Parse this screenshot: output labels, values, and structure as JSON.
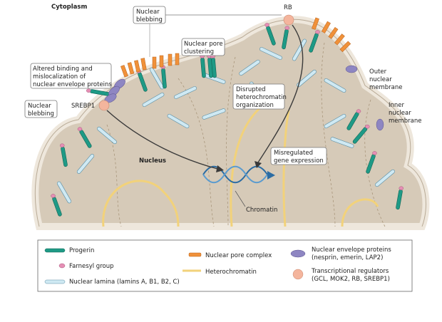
{
  "labels": {
    "cytoplasm": "Cytoplasm",
    "nucleus": "Nucleus",
    "chromatin": "Chromatin",
    "rb": "RB",
    "srebp1": "SREBP1",
    "blebbing_top": [
      "Nuclear",
      "blebbing"
    ],
    "blebbing_left": [
      "Nuclear",
      "blebbing"
    ],
    "pore_clustering": [
      "Nuclear pore",
      "clustering"
    ],
    "altered_binding": [
      "Altered binding and",
      "mislocalization of",
      "nuclear envelope proteins"
    ],
    "disrupted": [
      "Disrupted",
      "heterochromatin",
      "organization"
    ],
    "misregulated": [
      "Misregulated",
      "gene expression"
    ],
    "outer_membrane": [
      "Outer",
      "nuclear",
      "membrane"
    ],
    "inner_membrane": [
      "Inner",
      "nuclear",
      "membrane"
    ]
  },
  "legend": [
    {
      "label": "Progerin",
      "color": "#1e9a86"
    },
    {
      "label": "Farnesyl group",
      "color": "#e58fb5"
    },
    {
      "label": "Nuclear lamina (lamins A, B1, B2, C)",
      "color": "#cfe9f3"
    },
    {
      "label": "Nuclear pore complex",
      "color": "#f0913a"
    },
    {
      "label": "Heterochromatin",
      "color": "#f2d27a"
    },
    {
      "label": [
        "Nuclear envelope proteins",
        "(nesprin, emerin, LAP2)"
      ],
      "color": "#8e86c2"
    },
    {
      "label": [
        "Transcriptional regulators",
        "(GCL, MOK2, RB, SREBP1)"
      ],
      "color": "#f4b59d"
    }
  ],
  "colors": {
    "nucleus": "#d6cab8",
    "membrane": "#eee7dc",
    "dna": "#2b6ca3"
  }
}
